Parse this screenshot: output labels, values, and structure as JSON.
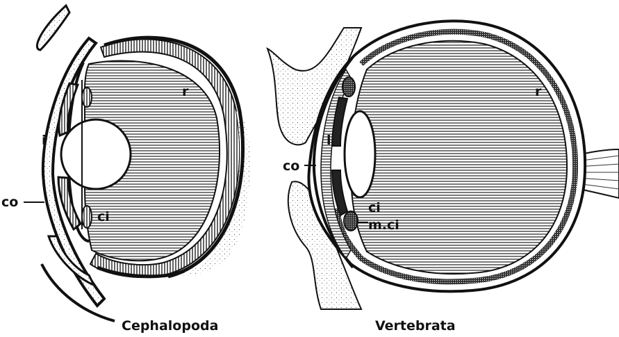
{
  "diagrams": [
    {
      "caption": "Cephalopoda",
      "labels": {
        "iris": "i",
        "cornea": "co",
        "ciliary": "ci",
        "retina": "r"
      }
    },
    {
      "caption": "Vertebrata",
      "labels": {
        "iris": "i",
        "cornea": "co",
        "ciliary": "ci",
        "ciliary_muscle": "m.ci",
        "retina": "r"
      }
    }
  ],
  "colors": {
    "ink": "#111111",
    "paper": "#ffffff"
  }
}
